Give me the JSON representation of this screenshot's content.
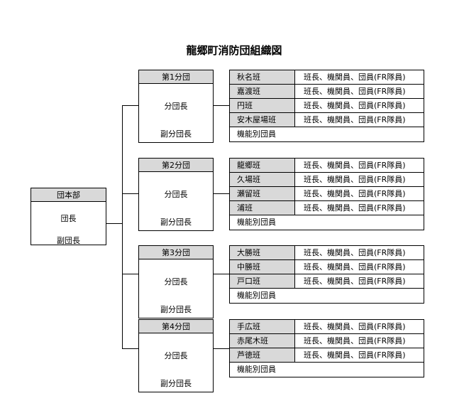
{
  "title": "龍郷町消防団組織図",
  "hq": {
    "header": "団本部",
    "roles": [
      "団長",
      "副団長"
    ]
  },
  "divisions": [
    {
      "header": "第1分団",
      "roles": [
        "分団長",
        "副分団長"
      ],
      "units": [
        {
          "name": "秋名班",
          "members": "班長、機関員、団員(FR隊員)"
        },
        {
          "name": "嘉渡班",
          "members": "班長、機関員、団員(FR隊員)"
        },
        {
          "name": "円班",
          "members": "班長、機関員、団員(FR隊員)"
        },
        {
          "name": "安木屋場班",
          "members": "班長、機関員、団員(FR隊員)"
        }
      ],
      "functional": "機能別団員"
    },
    {
      "header": "第2分団",
      "roles": [
        "分団長",
        "副分団長"
      ],
      "units": [
        {
          "name": "龍郷班",
          "members": "班長、機関員、団員(FR隊員)"
        },
        {
          "name": "久場班",
          "members": "班長、機関員、団員(FR隊員)"
        },
        {
          "name": "瀬留班",
          "members": "班長、機関員、団員(FR隊員)"
        },
        {
          "name": "浦班",
          "members": "班長、機関員、団員(FR隊員)"
        }
      ],
      "functional": "機能別団員"
    },
    {
      "header": "第3分団",
      "roles": [
        "分団長",
        "副分団長"
      ],
      "units": [
        {
          "name": "大勝班",
          "members": "班長、機関員、団員(FR隊員)"
        },
        {
          "name": "中勝班",
          "members": "班長、機関員、団員(FR隊員)"
        },
        {
          "name": "戸口班",
          "members": "班長、機関員、団員(FR隊員)"
        }
      ],
      "functional": "機能別団員"
    },
    {
      "header": "第4分団",
      "roles": [
        "分団長",
        "副分団長"
      ],
      "units": [
        {
          "name": "手広班",
          "members": "班長、機関員、団員(FR隊員)"
        },
        {
          "name": "赤尾木班",
          "members": "班長、機関員、団員(FR隊員)"
        },
        {
          "name": "芦徳班",
          "members": "班長、機関員、団員(FR隊員)"
        }
      ],
      "functional": "機能別団員"
    }
  ]
}
